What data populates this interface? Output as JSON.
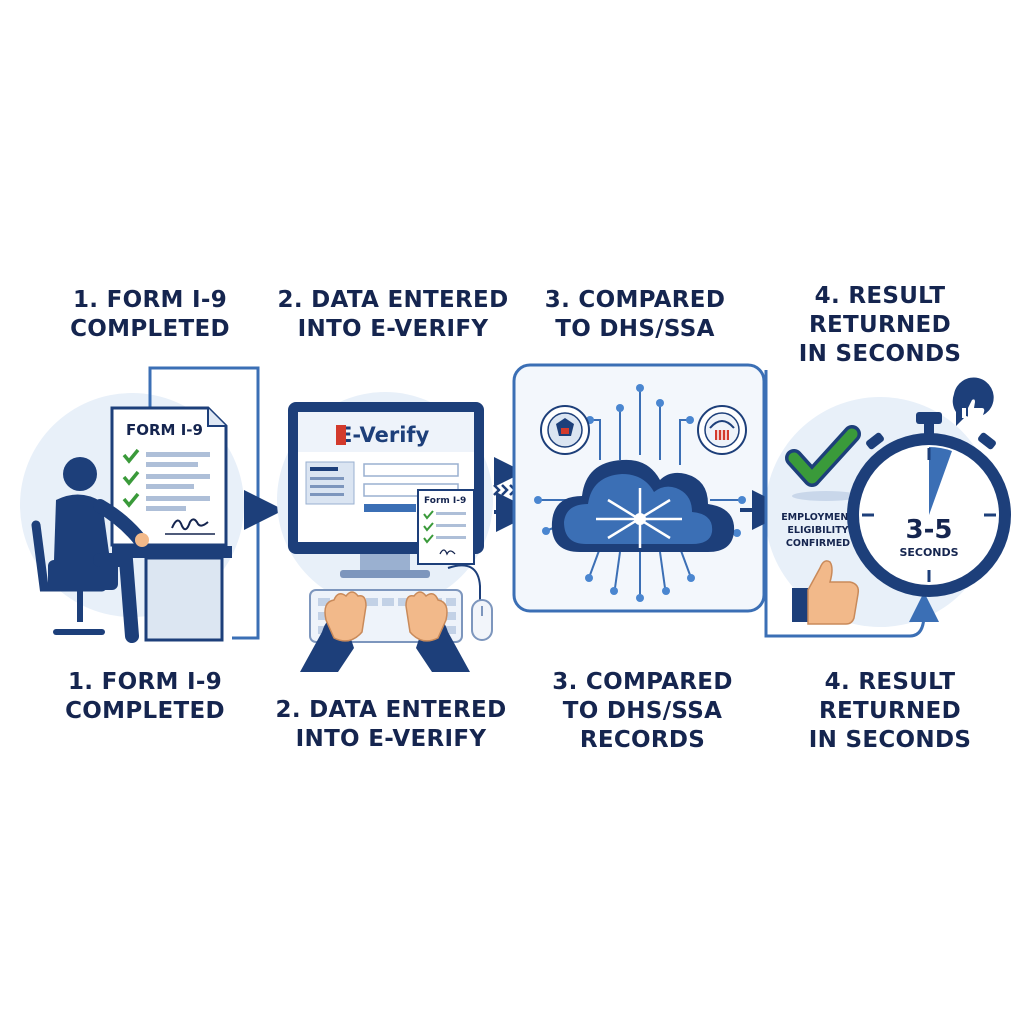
{
  "steps": [
    {
      "top_label": "1. FORM I-9\nCOMPLETED",
      "bottom_label": "1. FORM I-9\nCOMPLETED",
      "form_title": "FORM I-9"
    },
    {
      "top_label": "2. DATA ENTERED\nINTO E-VERIFY",
      "bottom_label": "2. DATA ENTERED\nINTO E-VERIFY",
      "screen_brand": "E-Verify",
      "mini_form_title": "Form I-9"
    },
    {
      "top_label": "3. COMPARED\nTO DHS/SSA",
      "bottom_label": "3. COMPARED\nTO DHS/SSA\nRECORDS"
    },
    {
      "top_label": "4. RESULT\nRETURNED\nIN SECONDS",
      "bottom_label": "4. RESULT\nRETURNED\nIN SECONDS",
      "confirmation": "EMPLOYMENT\nELIGIBILITY\nCONFIRMED",
      "timer_value": "3-5",
      "timer_unit": "SECONDS"
    }
  ],
  "colors": {
    "navy": "#1d3f7a",
    "dark_navy": "#15254f",
    "light_blue": "#e6eef8",
    "green": "#3a9a3a",
    "red": "#d33a2c",
    "skin": "#f2b98a"
  },
  "icons": [
    "person-at-desk-icon",
    "document-icon",
    "monitor-icon",
    "keyboard-icon",
    "hands-icon",
    "mouse-icon",
    "cloud-network-icon",
    "dhs-seal-icon",
    "ssa-seal-icon",
    "checkmark-icon",
    "thumbs-up-icon",
    "stopwatch-icon",
    "like-bubble-icon",
    "arrow-icon"
  ]
}
